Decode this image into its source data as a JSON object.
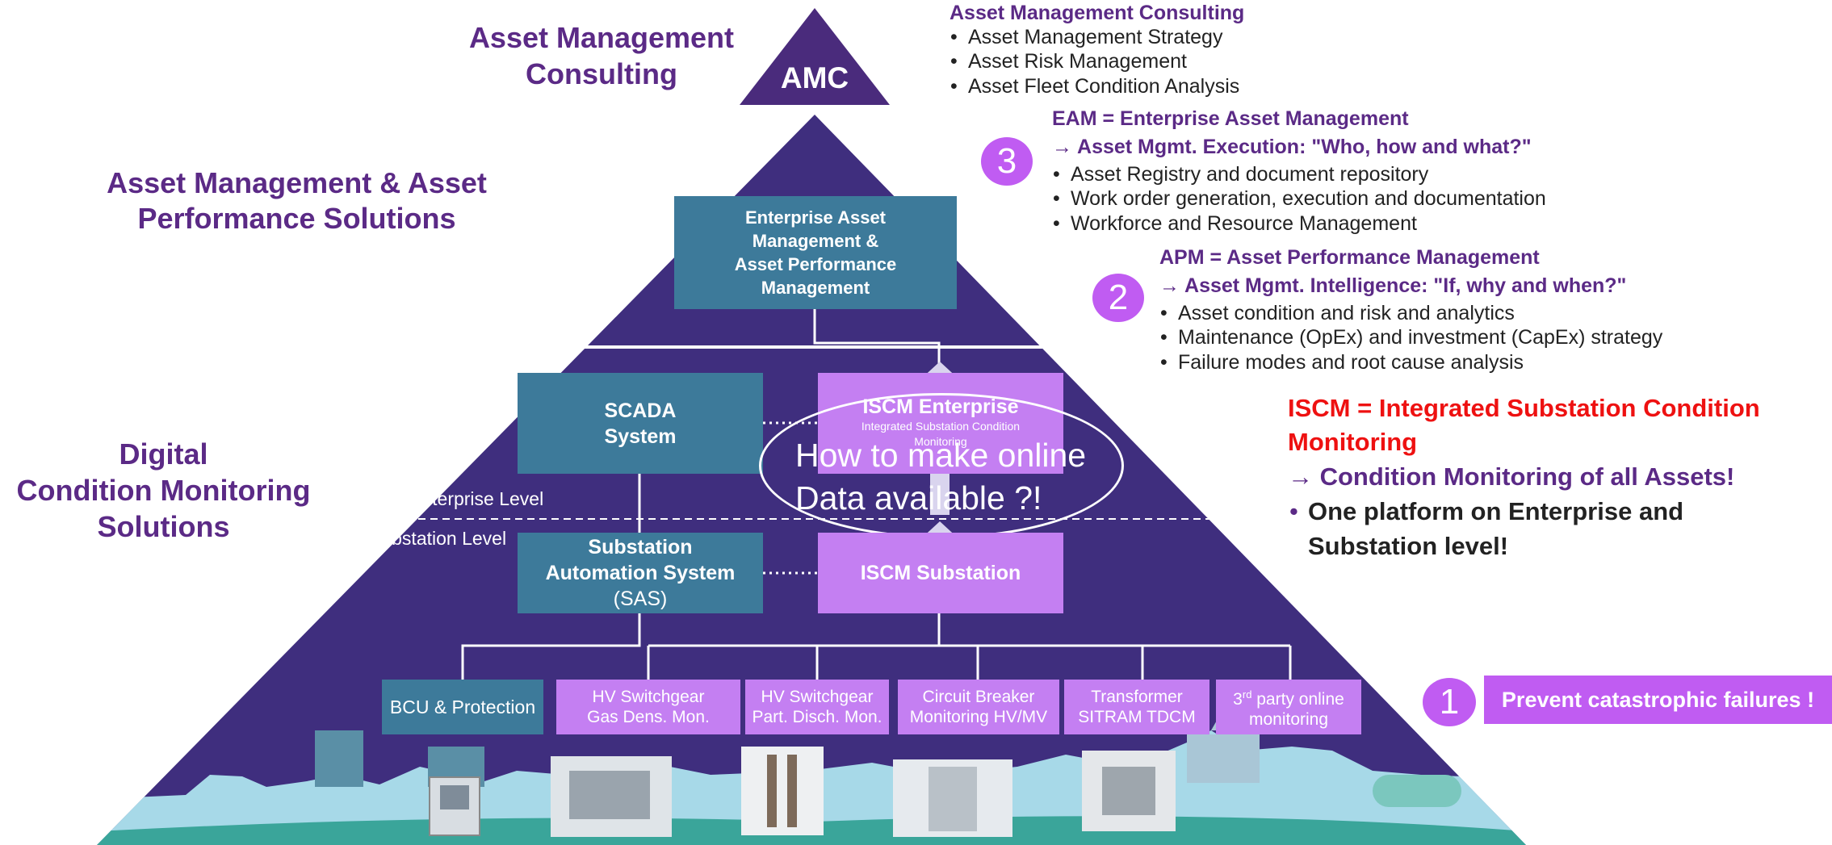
{
  "left_labels": {
    "amc_title": "Asset Management\nConsulting",
    "am_title": "Asset Management & Asset\nPerformance Solutions",
    "digital_title": "Digital\nCondition Monitoring\nSolutions"
  },
  "pyramid": {
    "amc": "AMC",
    "eam_box": "Enterprise Asset\nManagement &\nAsset Performance\nManagement",
    "scada_box": "SCADA\nSystem",
    "iscm_enterprise": {
      "title": "ISCM Enterprise",
      "subtitle": "Integrated Substation Condition\nMonitoring"
    },
    "overlay_text": "How to make online\nData available ?!",
    "enterprise_level": "Enterprise Level",
    "substation_level": "Substation Level",
    "sas_box": {
      "title": "Substation\nAutomation System",
      "subtitle": "(SAS)"
    },
    "iscm_substation": "ISCM Substation",
    "bottom_boxes": [
      "BCU & Protection",
      "HV Switchgear\nGas Dens. Mon.",
      "HV Switchgear\nPart. Disch. Mon.",
      "Circuit Breaker\nMonitoring HV/MV",
      "Transformer\nSITRAM TDCM"
    ],
    "third_party": {
      "pre": "3",
      "sup": "rd",
      "post": " party online\nmonitoring"
    }
  },
  "right": {
    "amc": {
      "heading": "Asset Management Consulting",
      "bullets": [
        "Asset Management Strategy",
        "Asset Risk Management",
        "Asset Fleet Condition Analysis"
      ]
    },
    "eam": {
      "number": "3",
      "heading": "EAM = Enterprise Asset Management",
      "subheading": "→ Asset Mgmt. Execution: \"Who, how and what?\"",
      "bullets": [
        "Asset Registry and document repository",
        "Work order generation, execution and documentation",
        "Workforce and Resource Management"
      ]
    },
    "apm": {
      "number": "2",
      "heading": "APM = Asset Performance Management",
      "subheading": "→ Asset Mgmt. Intelligence: \"If, why and when?\"",
      "bullets": [
        "Asset condition and risk and analytics",
        "Maintenance (OpEx) and investment (CapEx) strategy",
        "Failure modes and root cause analysis"
      ]
    },
    "iscm": {
      "heading": "ISCM = Integrated Substation Condition\nMonitoring",
      "subheading": "→ Condition Monitoring of all Assets!",
      "bullet": "One platform on Enterprise and\nSubstation level!"
    },
    "prevent": {
      "number": "1",
      "label": "Prevent catastrophic failures !"
    }
  },
  "colors": {
    "pyramid": "#3f2e7e",
    "amc": "#4a2b7c",
    "teal": "#3d7a9a",
    "lilac": "#c47ff2",
    "title_purple": "#5b2a86",
    "accent_red": "#ee1111",
    "circle": "#c05cf2",
    "ground": "#3aa59a"
  }
}
